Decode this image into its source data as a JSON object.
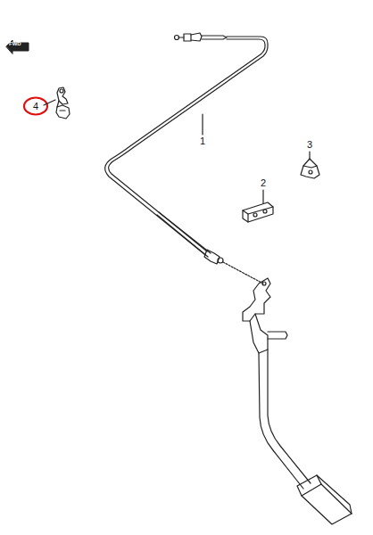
{
  "diagram": {
    "labels": [
      "FWD",
      "1",
      "2",
      "3",
      "4"
    ]
  }
}
